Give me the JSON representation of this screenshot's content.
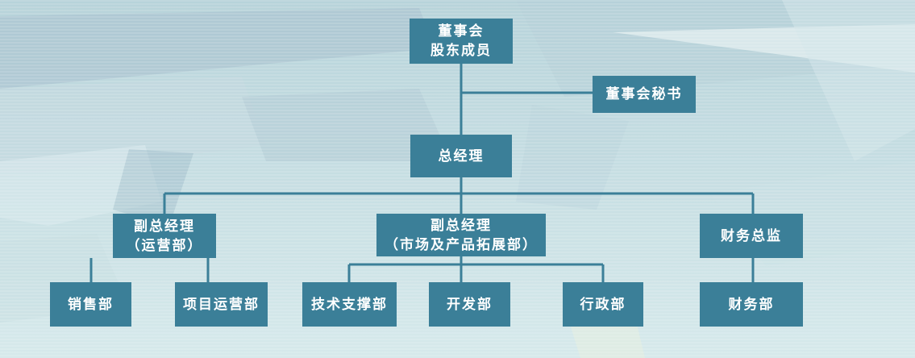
{
  "org_chart": {
    "board": {
      "line1": "董事会",
      "line2": "股东成员"
    },
    "secretary": "董事会秘书",
    "gm": "总经理",
    "vp_ops": {
      "line1": "副总经理",
      "line2": "（运营部）"
    },
    "vp_market": {
      "line1": "副总经理",
      "line2": "（市场及产品拓展部）"
    },
    "cfo": "财务总监",
    "sales": "销售部",
    "project_ops": "项目运营部",
    "tech_support": "技术支撑部",
    "dev": "开发部",
    "admin": "行政部",
    "finance": "财务部"
  },
  "colors": {
    "node_fill": "#3b7f98",
    "line": "#3b7f98",
    "text": "#ffffff",
    "background": "#cde3e6"
  }
}
